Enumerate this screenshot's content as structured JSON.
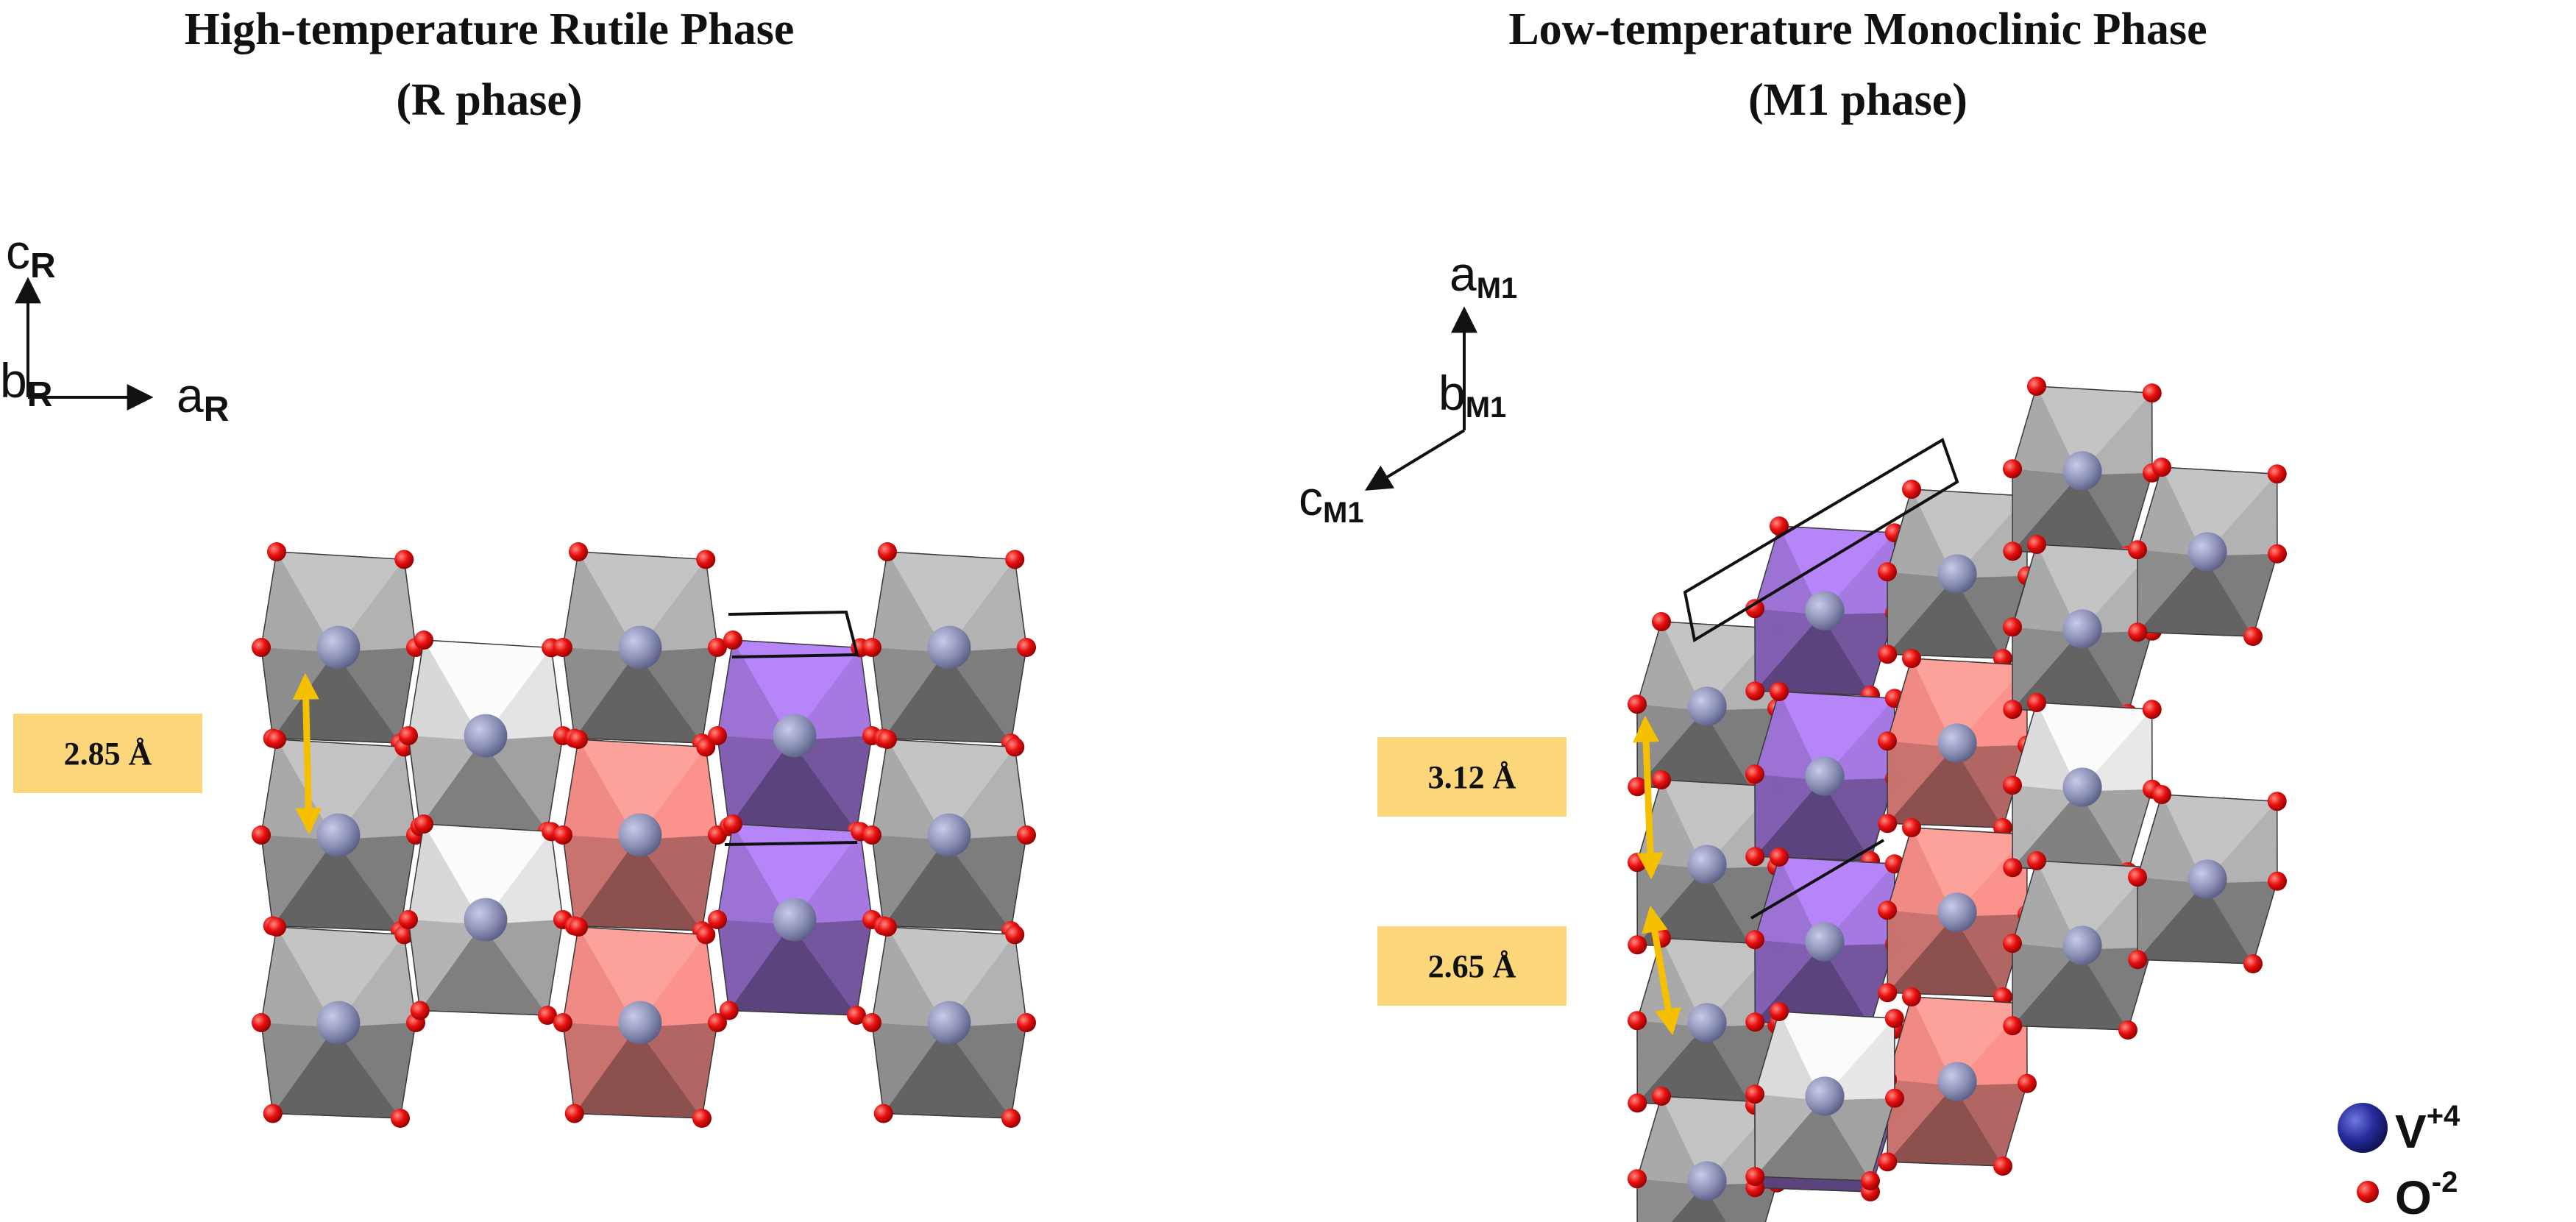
{
  "titles": {
    "rutile_line1": "High-temperature Rutile Phase",
    "rutile_line2": "(R phase)",
    "monoclinic_line1": "Low-temperature Monoclinic Phase",
    "monoclinic_line2": "(M1 phase)"
  },
  "axes_r": {
    "c": "c",
    "c_sub": "R",
    "b": "b",
    "b_sub": "R",
    "a": "a",
    "a_sub": "R"
  },
  "axes_m1": {
    "a": "a",
    "a_sub": "M1",
    "b": "b",
    "b_sub": "M1",
    "c": "c",
    "c_sub": "M1"
  },
  "distances": {
    "rutile": "2.85 Å",
    "m1_long": "3.12 Å",
    "m1_short": "2.65 Å"
  },
  "legend": {
    "vanadium": "V",
    "vanadium_charge": "+4",
    "oxygen": "O",
    "oxygen_charge": "-2"
  },
  "colors": {
    "octahedron_grey": "#a9a9a9",
    "octahedron_pink": "#f08a84",
    "octahedron_purple": "#9d72d6",
    "vanadium_atom": "#1a1f8c",
    "oxygen_atom": "#e01010",
    "distance_arrow": "#f5c000",
    "label_box": "#fcd67a"
  }
}
